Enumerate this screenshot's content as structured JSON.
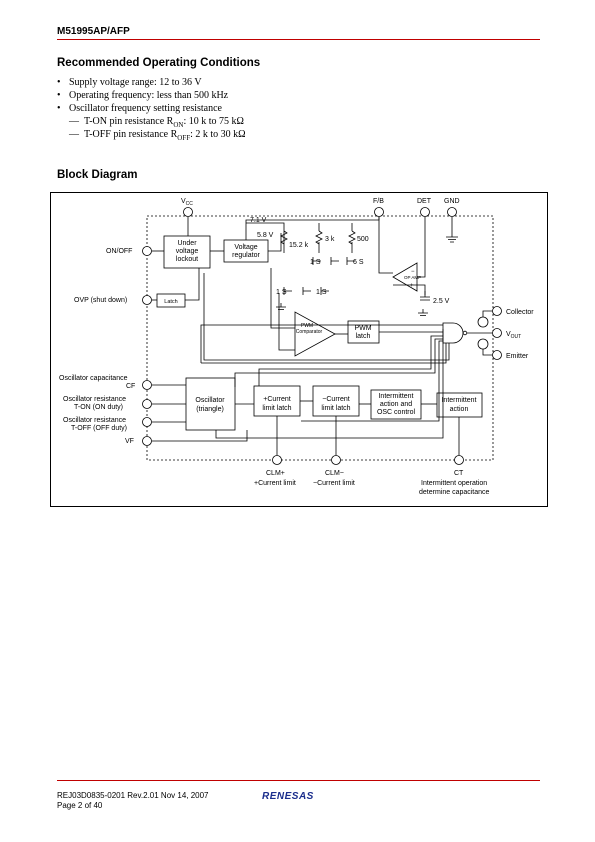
{
  "header": {
    "part_number": "M51995AP/AFP"
  },
  "section1": {
    "title": "Recommended Operating Conditions",
    "bullets": [
      "Supply voltage range: 12 to 36 V",
      "Operating frequency: less than 500 kHz",
      "Oscillator frequency setting resistance"
    ],
    "subitems": [
      {
        "dash": "—",
        "text": "T-ON pin resistance R",
        "sub": "ON",
        "tail": ": 10 k to 75 kΩ"
      },
      {
        "dash": "—",
        "text": "T-OFF pin resistance R",
        "sub": "OFF",
        "tail": ": 2 k to 30 kΩ"
      }
    ],
    "bullet_symbol": "•"
  },
  "section2": {
    "title": "Block Diagram"
  },
  "diagram": {
    "pins_top": {
      "vcc": "V",
      "vcc_sub": "CC",
      "fb": "F/B",
      "det": "DET",
      "gnd": "GND"
    },
    "pins_left": {
      "onoff": "ON/OFF",
      "ovp": "OVP (shut down)",
      "cf_1": "Oscillator capacitance",
      "cf_2": "CF",
      "ton_1": "Oscillator resistance",
      "ton_2": "T-ON (ON duty)",
      "toff_1": "Oscillator resistance",
      "toff_2": "T-OFF (OFF duty)",
      "vf": "VF"
    },
    "pins_right": {
      "collector": "Collector",
      "vout": "V",
      "vout_sub": "OUT",
      "emitter": "Emitter"
    },
    "pins_bottom": {
      "clmp_1": "CLM+",
      "clmp_2": "+Current limit",
      "clmm_1": "CLM−",
      "clmm_2": "−Current limit",
      "ct_1": "CT",
      "ct_2": "Intermittent operation",
      "ct_3": "determine capacitance"
    },
    "blocks": {
      "uvlo_1": "Under",
      "uvlo_2": "voltage",
      "uvlo_3": "lockout",
      "vreg_1": "Voltage",
      "vreg_2": "regulator",
      "latch": "Latch",
      "osc_1": "Oscillator",
      "osc_2": "(triangle)",
      "pcl_1": "+Current",
      "pcl_2": "limit latch",
      "mcl_1": "−Current",
      "mcl_2": "limit latch",
      "int_1": "Intermittent",
      "int_2": "action and",
      "int_3": "OSC control",
      "ia_1": "Intermittent",
      "ia_2": "action",
      "pwml_1": "PWM",
      "pwml_2": "latch",
      "pwmc_1": "PWM",
      "pwmc_2": "Comparator",
      "opamp": "OP AMP"
    },
    "values": {
      "v71": "7.1 V",
      "v58": "5.8 V",
      "r152": "15.2 k",
      "r3": "3 k",
      "r500": "500",
      "s1a": "1 S",
      "s6": "6 S",
      "s1b": "1 S",
      "s1c": "1 S",
      "v25": "2.5 V",
      "minus": "−",
      "plus": "+"
    }
  },
  "footer": {
    "doc": "REJ03D0835-0201  Rev.2.01  Nov 14, 2007",
    "page": "Page 2 of 40",
    "logo": "RENESAS"
  }
}
